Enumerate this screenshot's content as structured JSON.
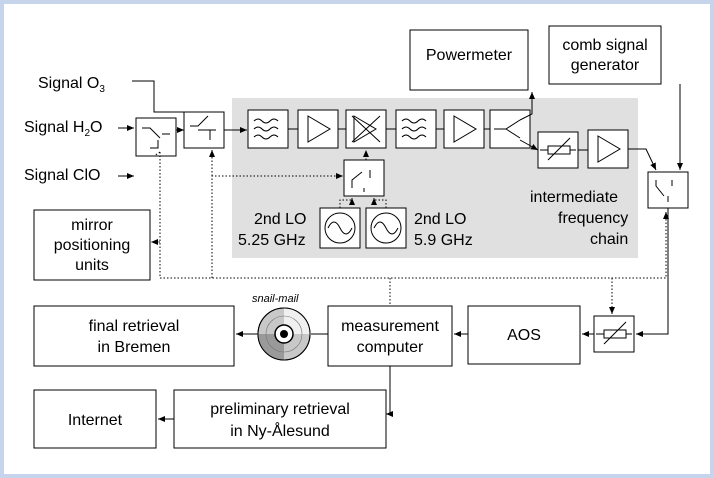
{
  "inputs": {
    "o3": "Signal O",
    "o3_sub": "3",
    "h2o_a": "Signal H",
    "h2o_sub": "2",
    "h2o_b": "O",
    "clo": "Signal ClO"
  },
  "boxes": {
    "powermeter": "Powermeter",
    "comb_1": "comb signal",
    "comb_2": "generator",
    "mirror_1": "mirror",
    "mirror_2": "positioning",
    "mirror_3": "units",
    "final_1": "final retrieval",
    "final_2": "in Bremen",
    "meas_1": "measurement",
    "meas_2": "computer",
    "aos": "AOS",
    "internet": "Internet",
    "prelim_1": "preliminary retrieval",
    "prelim_2": "in Ny-Ålesund"
  },
  "lo": {
    "lo1_a": "2nd LO",
    "lo1_b": "5.25 GHz",
    "lo2_a": "2nd LO",
    "lo2_b": "5.9 GHz"
  },
  "if_chain": {
    "line1": "intermediate",
    "line2": "frequency",
    "line3": "chain"
  },
  "snail": "snail-mail",
  "colors": {
    "frame": "#c7d5ec",
    "shaded_region": "#e0e0e0"
  }
}
